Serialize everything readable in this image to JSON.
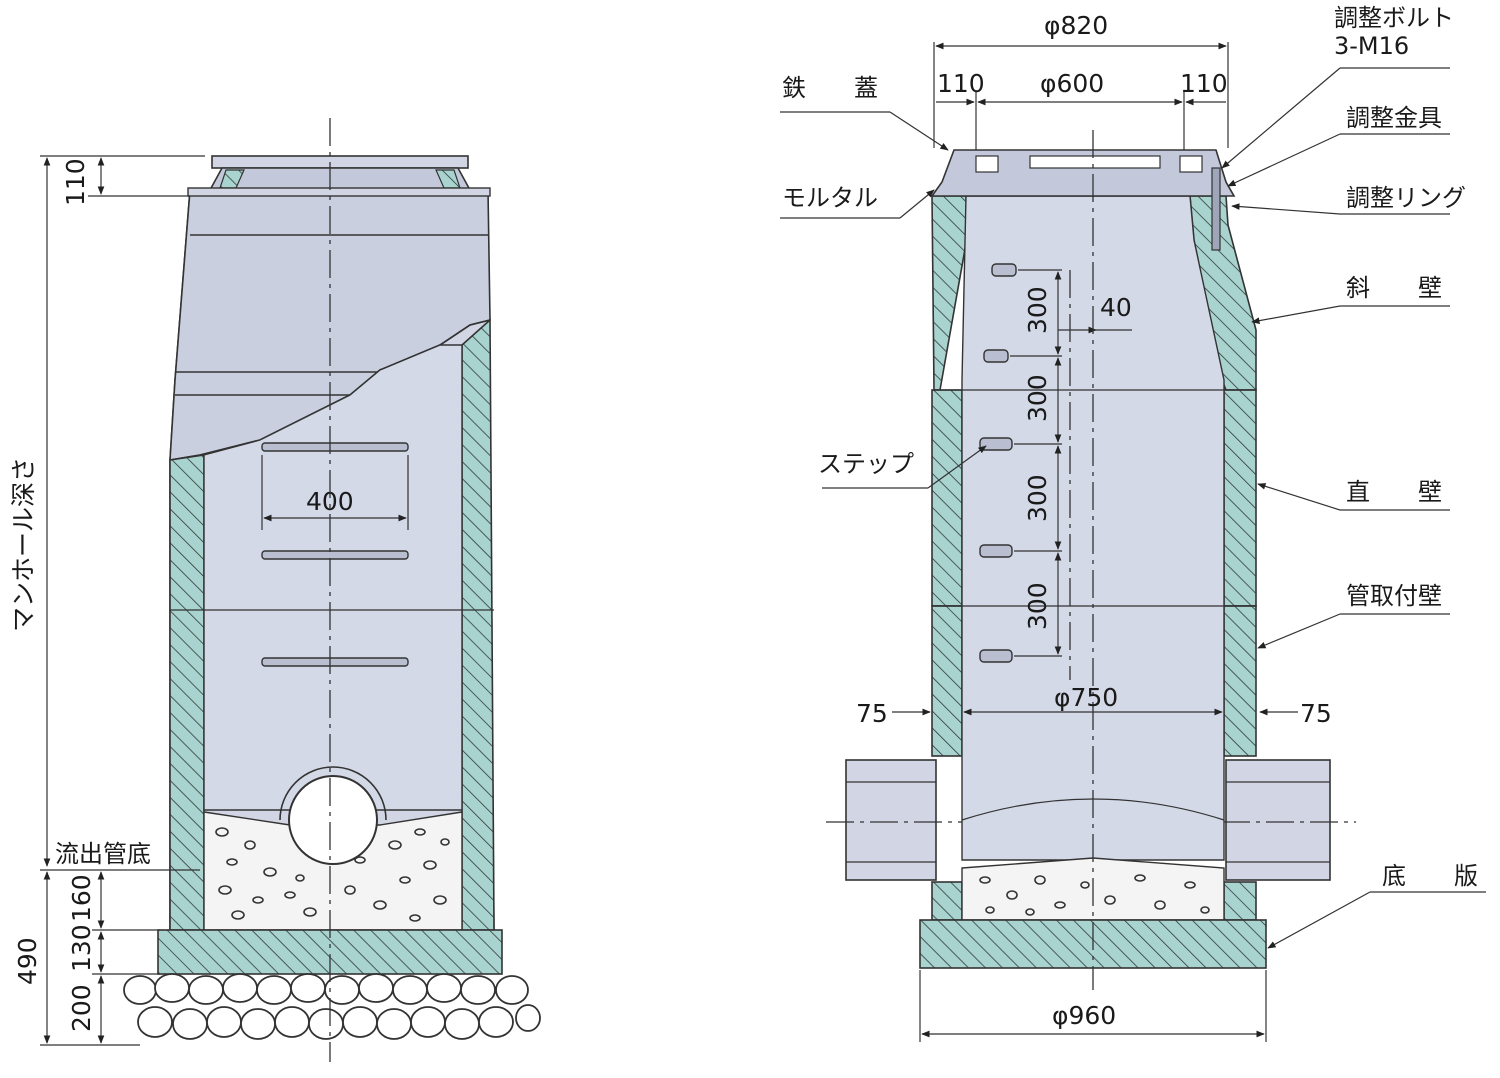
{
  "left_view": {
    "dims": {
      "cover_height": "110",
      "depth_label": "マンホール深さ",
      "outflow_bottom": "流出管底",
      "step_span": "400",
      "bottom_total": "490",
      "bottom_160": "160",
      "bottom_130": "130",
      "bottom_200": "200"
    }
  },
  "right_view": {
    "dims": {
      "phi_820": "φ820",
      "phi_600": "φ600",
      "left_110": "110",
      "right_110": "110",
      "pitch_1": "300",
      "pitch_2": "300",
      "pitch_3": "300",
      "pitch_4": "300",
      "offset_40": "40",
      "phi_750": "φ750",
      "wall_left_75": "75",
      "wall_right_75": "75",
      "phi_960": "φ960"
    },
    "labels": {
      "iron_cover": "鉄　　蓋",
      "mortar": "モルタル",
      "step": "ステップ",
      "adjust_bolt": "調整ボルト",
      "adjust_bolt_spec": "3-M16",
      "adjust_fitting": "調整金具",
      "adjust_ring": "調整リング",
      "slant_wall": "斜　　壁",
      "straight_wall": "直　　壁",
      "pipe_wall": "管取付壁",
      "base_slab": "底　　版"
    }
  }
}
